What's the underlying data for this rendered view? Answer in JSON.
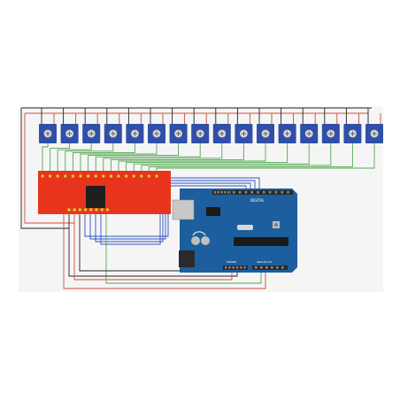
{
  "colors": {
    "background": "#ffffff",
    "panel": "#f5f5f5",
    "potentiometer_body": "#2f4fa8",
    "potentiometer_knob": "#d8d8d8",
    "mux_board": "#e8341c",
    "mux_chip": "#1f1f1f",
    "arduino_board": "#1c5e9e",
    "wire_signal": "#54a854",
    "wire_ground": "#222222",
    "wire_power": "#d24a3a",
    "wire_control": "#2d52c4"
  },
  "potentiometers": {
    "count": 16
  },
  "mux": {
    "labels": [
      "",
      "",
      ""
    ]
  },
  "arduino": {
    "labels": {
      "digital": "DIGITAL",
      "analog": "ANALOG IN",
      "power": "POWER"
    }
  }
}
